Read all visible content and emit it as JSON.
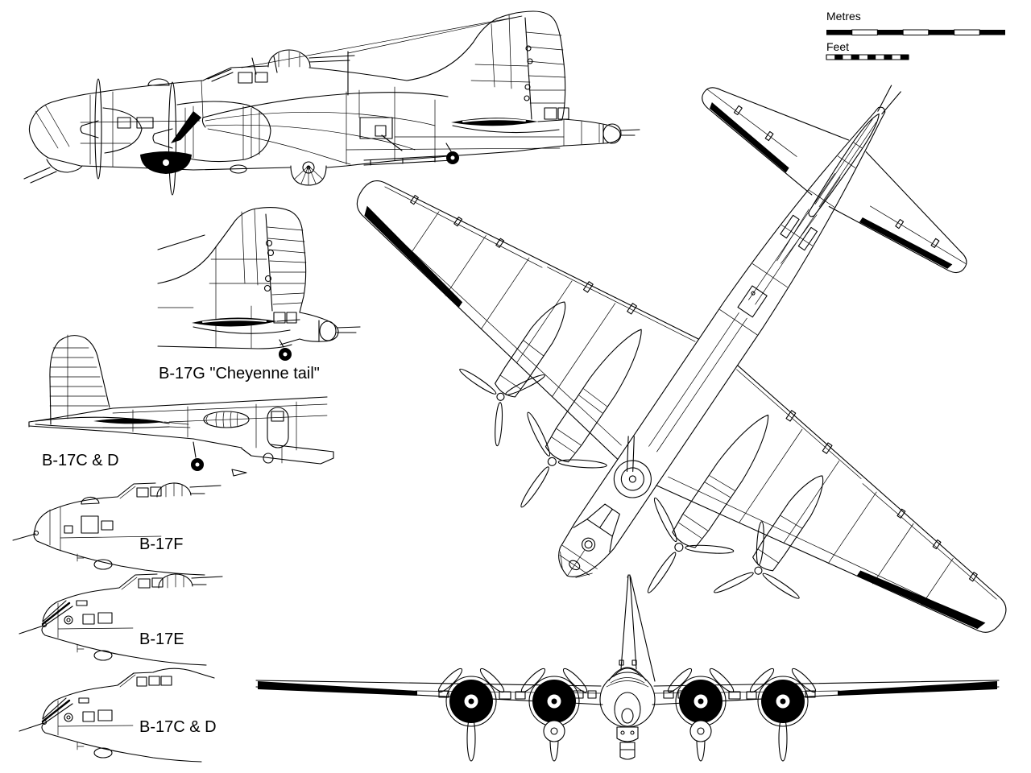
{
  "page": {
    "background": "#ffffff",
    "ink": "#000000",
    "subject": "B-17 Flying Fortress three-view line drawing"
  },
  "scale_bars": {
    "metres": {
      "label": "Metres"
    },
    "feet": {
      "label": "Feet"
    }
  },
  "labels": {
    "cheyenne_tail": "B-17G \"Cheyenne tail\"",
    "tail_early": "B-17C & D",
    "nose_f": "B-17F",
    "nose_e": "B-17E",
    "nose_cd": "B-17C & D"
  }
}
